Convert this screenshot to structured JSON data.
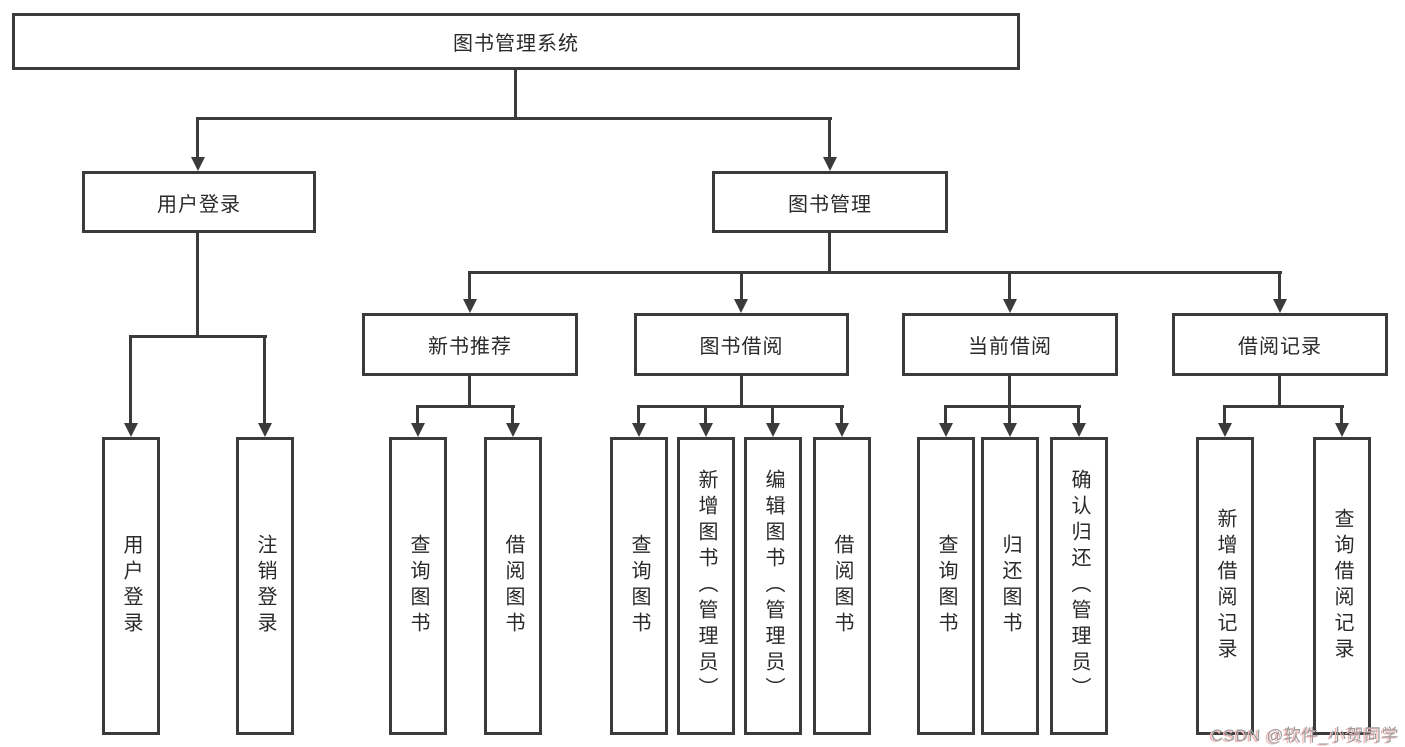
{
  "nodes": {
    "root": "图书管理系统",
    "user_login": "用户登录",
    "book_mgmt": "图书管理",
    "new_book": "新书推荐",
    "book_borrow": "图书借阅",
    "current_borrow": "当前借阅",
    "borrow_record": "借阅记录"
  },
  "leaves": {
    "user_login": [
      "用户登录",
      "注销登录"
    ],
    "new_book": [
      "查询图书",
      "借阅图书"
    ],
    "book_borrow": [
      "查询图书",
      "新增图书（管理员）",
      "编辑图书（管理员）",
      "借阅图书"
    ],
    "current_borrow": [
      "查询图书",
      "归还图书",
      "确认归还（管理员）"
    ],
    "borrow_record": [
      "新增借阅记录",
      "查询借阅记录"
    ]
  },
  "watermark": "CSDN @软件_小贺同学",
  "colors": {
    "line": "#3b3b3b",
    "text": "#2a2a2a",
    "background": "#ffffff",
    "watermark": "#9d9d9d",
    "watermark_shadow": "#f2b8b8"
  }
}
